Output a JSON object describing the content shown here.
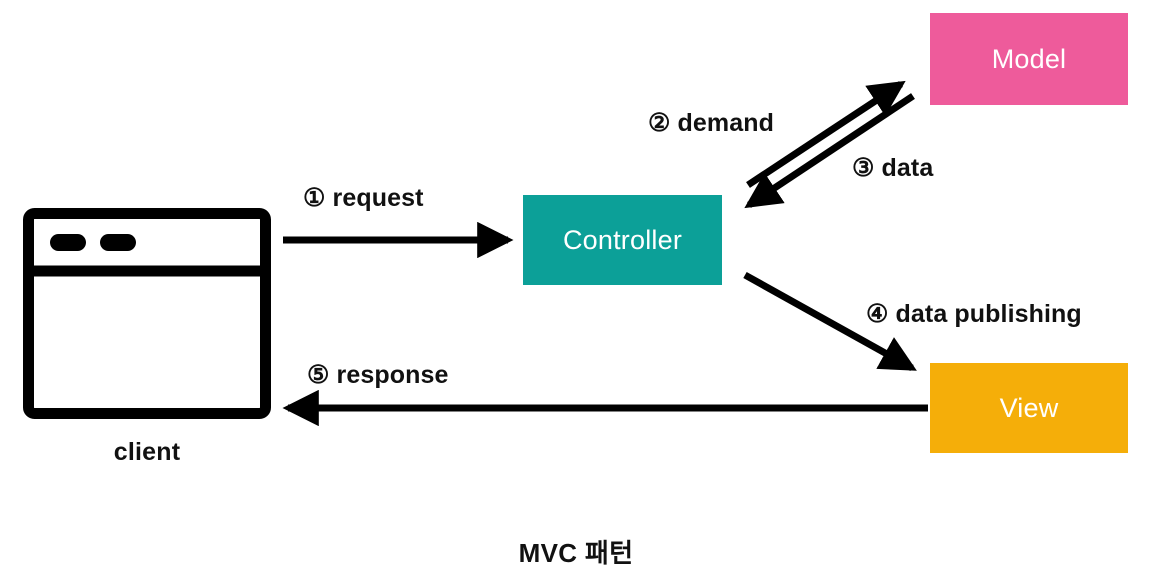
{
  "diagram": {
    "caption": "MVC 패턴",
    "title": "MVC 패턴",
    "type": "flow-diagram"
  },
  "nodes": {
    "client": {
      "label": "client",
      "icon": "browser-window-icon",
      "color": "#000000"
    },
    "controller": {
      "label": "Controller",
      "color": "#0ca098",
      "text_color": "#ffffff"
    },
    "model": {
      "label": "Model",
      "color": "#ee5b9b",
      "text_color": "#ffffff"
    },
    "view": {
      "label": "View",
      "color": "#f5ae09",
      "text_color": "#ffffff"
    }
  },
  "edges": [
    {
      "id": "request",
      "label": "① request",
      "number": "①",
      "text": "request",
      "from": "client",
      "to": "controller",
      "direction": "right"
    },
    {
      "id": "demand",
      "label": "② demand",
      "number": "②",
      "text": "demand",
      "from": "controller",
      "to": "model",
      "direction": "up-right"
    },
    {
      "id": "data",
      "label": "③ data",
      "number": "③",
      "text": "data",
      "from": "model",
      "to": "controller",
      "direction": "down-left"
    },
    {
      "id": "data-publishing",
      "label": "④ data publishing",
      "number": "④",
      "text": "data publishing",
      "from": "controller",
      "to": "view",
      "direction": "down-right"
    },
    {
      "id": "response",
      "label": "⑤ response",
      "number": "⑤",
      "text": "response",
      "from": "view",
      "to": "client",
      "direction": "left"
    }
  ],
  "colors": {
    "model": "#ee5b9b",
    "controller": "#0ca098",
    "view": "#f5ae09",
    "arrow": "#000000",
    "text": "#111111",
    "background": "#ffffff"
  }
}
